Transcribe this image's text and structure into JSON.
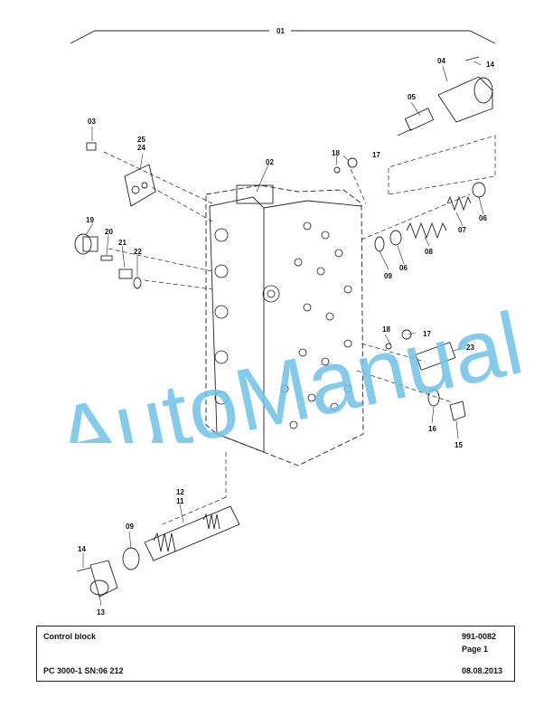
{
  "callouts": {
    "c01": "01",
    "c02": "02",
    "c03": "03",
    "c04": "04",
    "c05": "05",
    "c06a": "06",
    "c06b": "06",
    "c07": "07",
    "c08": "08",
    "c09a": "09",
    "c09b": "09",
    "c11": "11",
    "c12": "12",
    "c13": "13",
    "c14a": "14",
    "c14b": "14",
    "c15": "15",
    "c16": "16",
    "c17a": "17",
    "c17b": "17",
    "c18a": "18",
    "c18b": "18",
    "c19": "19",
    "c20": "20",
    "c21": "21",
    "c22": "22",
    "c23": "23",
    "c24": "24",
    "c25": "25"
  },
  "watermark": {
    "text": "AutoManual",
    "color": "#6fc3e8"
  },
  "title_block": {
    "title": "Control block",
    "doc_number": "991-0082",
    "page": "Page 1",
    "model": "PC 3000-1 SN:06 212",
    "date": "08.08.2013"
  }
}
